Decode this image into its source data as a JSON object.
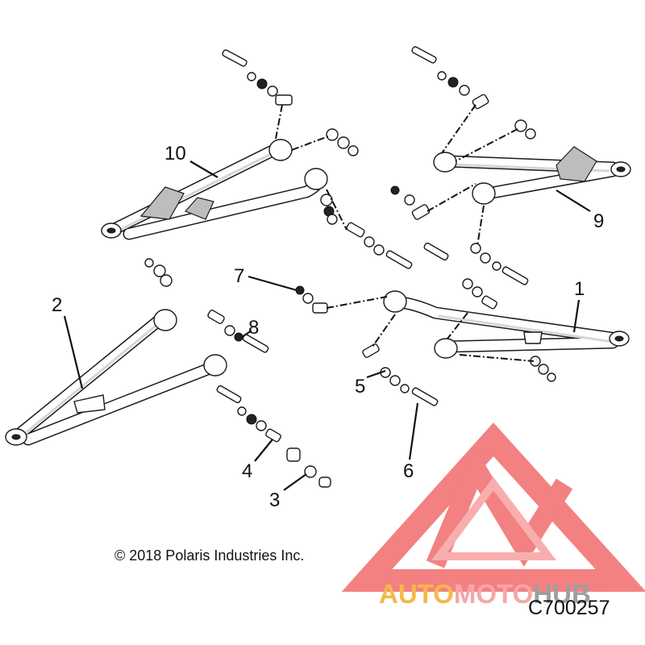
{
  "diagram": {
    "callouts": [
      "1",
      "2",
      "3",
      "4",
      "5",
      "6",
      "7",
      "8",
      "9",
      "10"
    ],
    "copyright": "© 2018 Polaris Industries Inc.",
    "part_code": "C700257"
  },
  "watermark": {
    "brand_auto": "AUTO",
    "brand_moto": "MOTO",
    "brand_hub": "HUB",
    "colors": {
      "auto": "#f5b84a",
      "moto": "#f6a6a6",
      "hub": "#9e9e9e",
      "logo": "#f26c6c"
    }
  }
}
